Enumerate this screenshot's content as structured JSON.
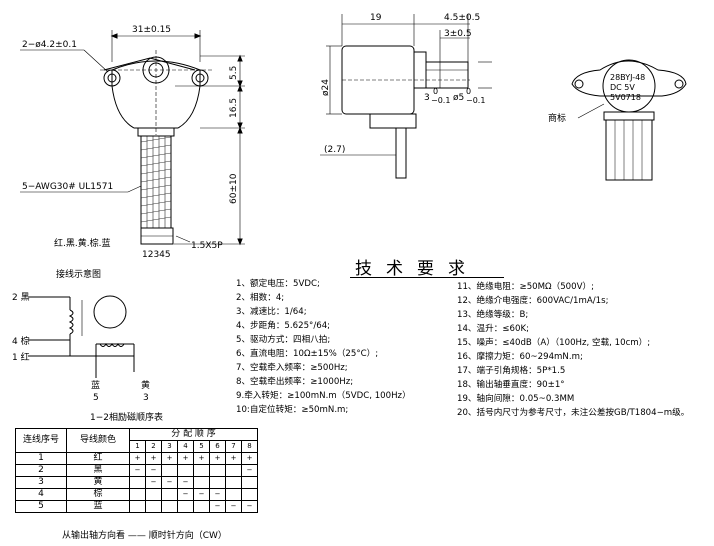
{
  "front_view": {
    "dim_width": "31±0.15",
    "dim_holes": "2−ø4.2±0.1",
    "dim_shaft_offset": "5.5",
    "dim_body": "16.5",
    "dim_lead_length": "60±10",
    "wire_spec": "5−AWG30# UL1571",
    "wire_colors": "红.黑.黄.棕.蓝",
    "connector": "1.5X5P",
    "pin_numbers": "12345"
  },
  "side_view": {
    "dim_total": "19",
    "dim_shaft_len": "4.5±0.5",
    "dim_flat_len": "3±0.5",
    "dim_diameter": "ø24",
    "dim_flat": "3",
    "dim_flat_tol": "−0.1",
    "dim_shaft": "ø5",
    "dim_shaft_tol": "−0.1",
    "dim_sup": "0",
    "dim_small": "(2.7)"
  },
  "label_view": {
    "trademark": "商标",
    "label_lines": [
      "28BYJ-48",
      "DC 5V",
      "5V0718"
    ]
  },
  "wiring": {
    "title": "接线示意图",
    "w2": "2 黑",
    "w4": "4 棕",
    "w1": "1 红",
    "w5_color": "蓝",
    "w5_num": "5",
    "w3_color": "黄",
    "w3_num": "3"
  },
  "spec_title": "技术要求",
  "specs_left": [
    "1、额定电压：5VDC;",
    "2、相数：4;",
    "3、减速比：1/64;",
    "4、步距角：5.625°/64;",
    "5、驱动方式：四相八拍;",
    "6、直流电阻：10Ω±15%（25°C）;",
    "7、空载牵入频率：≥500Hz;",
    "8、空载牵出频率：≥1000Hz;",
    "9.牵入转矩：≥100mN.m（5VDC, 100Hz）",
    "10:自定位转矩：≥50mN.m;"
  ],
  "specs_right": [
    "11、绝缘电阻：≥50MΩ（500V）;",
    "12、绝缘介电强度：600VAC/1mA/1s;",
    "13、绝缘等级：B;",
    "14、温升：≤60K;",
    "15、噪声：≤40dB（A）（100Hz, 空载, 10cm）;",
    "16、摩擦力矩：60~294mN.m;",
    "17、端子引角规格：5P*1.5",
    "18、输出轴垂直度：90±1°",
    "19、轴向间隙：0.05~0.3MM",
    "20、括号内尺寸为参考尺寸，未注公差按GB/T1804−m级。"
  ],
  "sequence_table": {
    "title": "1−2相励磁顺序表",
    "col_no": "连线序号",
    "col_color": "导线颜色",
    "col_seq": "分 配 顺 序",
    "steps": [
      "1",
      "2",
      "3",
      "4",
      "5",
      "6",
      "7",
      "8"
    ],
    "rows": [
      {
        "no": "1",
        "color": "红",
        "cells": [
          "+",
          "+",
          "+",
          "+",
          "+",
          "+",
          "+",
          "+"
        ]
      },
      {
        "no": "2",
        "color": "黑",
        "cells": [
          "−",
          "−",
          "",
          "",
          "",
          "",
          "",
          "−"
        ]
      },
      {
        "no": "3",
        "color": "黄",
        "cells": [
          "",
          "−",
          "−",
          "−",
          "",
          "",
          "",
          ""
        ]
      },
      {
        "no": "4",
        "color": "棕",
        "cells": [
          "",
          "",
          "",
          "−",
          "−",
          "−",
          "",
          ""
        ]
      },
      {
        "no": "5",
        "color": "蓝",
        "cells": [
          "",
          "",
          "",
          "",
          "",
          "−",
          "−",
          "−"
        ]
      }
    ]
  },
  "caption": "从输出轴方向看 —— 顺时针方向（CW）"
}
